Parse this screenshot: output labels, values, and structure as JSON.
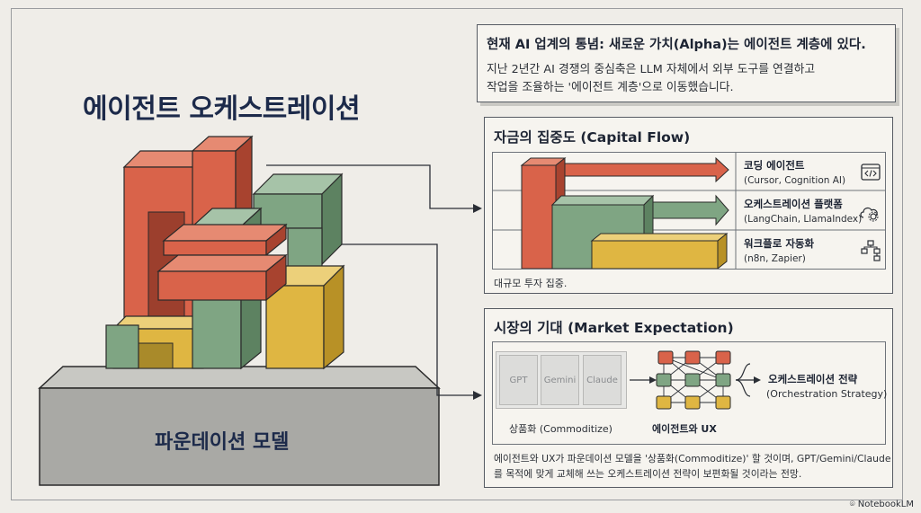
{
  "colors": {
    "orange": "#d9634a",
    "green": "#7fa583",
    "yellow": "#dfb642",
    "gray": "#a8a8a4",
    "ink": "#1c2a4a"
  },
  "main_title": "에이전트 오케스트레이션",
  "foundation_label": "파운데이션 모델",
  "intro": {
    "heading": "현재 AI 업계의 통념: 새로운 가치(Alpha)는 에이전트 계층에 있다.",
    "body_line1": "지난 2년간 AI 경쟁의 중심축은 LLM 자체에서 외부 도구를 연결하고",
    "body_line2": "작업을 조율하는 '에이전트 계층'으로 이동했습니다."
  },
  "capital": {
    "title": "자금의 집중도 (Capital Flow)",
    "rows": [
      {
        "title": "코딩 에이전트",
        "sub": "(Cursor, Cognition AI)",
        "icon": "code-window-icon"
      },
      {
        "title": "오케스트레이션 플랫폼",
        "sub": "(LangChain, LlamaIndex)",
        "icon": "cloud-gear-icon"
      },
      {
        "title": "워크플로 자동화",
        "sub": "(n8n, Zapier)",
        "icon": "workflow-icon"
      }
    ],
    "caption": "대규모 투자 집중."
  },
  "market": {
    "title": "시장의 기대 (Market Expectation)",
    "models": [
      "GPT",
      "Gemini",
      "Claude"
    ],
    "commoditize_label": "상품화 (Commoditize)",
    "agent_ux_label": "에이전트와 UX",
    "strategy_label1": "오케스트레이션 전략",
    "strategy_label2": "(Orchestration Strategy)",
    "footer_line1": "에이전트와 UX가 파운데이션 모델을 '상품화(Commoditize)' 할 것이며, GPT/Gemini/Claude",
    "footer_line2": "를 목적에 맞게 교체해 쓰는 오케스트레이션 전략이 보편화될 것이라는 전망."
  },
  "watermark": "NotebookLM"
}
